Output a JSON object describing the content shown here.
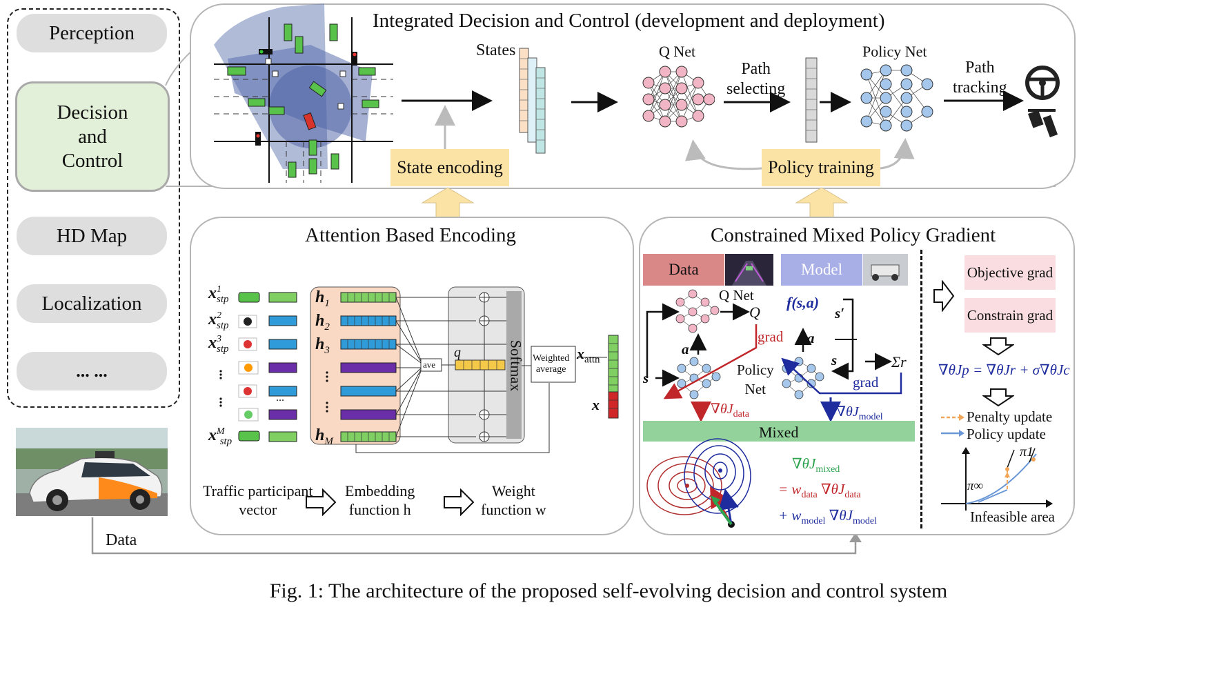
{
  "sidebar": {
    "items": [
      "Perception",
      "Decision\nand\nControl",
      "HD Map",
      "Localization",
      "... ..."
    ],
    "data_label": "Data"
  },
  "idc": {
    "title": "Integrated Decision and Control (development and deployment)",
    "states_label": "States",
    "q_net_label": "Q Net",
    "path_selecting_label": "Path\nselecting",
    "policy_net_label": "Policy Net",
    "path_tracking_label": "Path\ntracking",
    "state_encoding_label": "State encoding",
    "policy_training_label": "Policy training"
  },
  "abe": {
    "title": "Attention Based Encoding",
    "inputs": [
      "x",
      "x",
      "x",
      "x"
    ],
    "input_superscripts": [
      "1",
      "2",
      "3",
      "M"
    ],
    "input_subscript": "stp",
    "hidden": [
      "h",
      "h",
      "h",
      "h"
    ],
    "hidden_subscripts": [
      "1",
      "2",
      "3",
      "M"
    ],
    "ave_label": "ave",
    "q_label": "q",
    "softmax_label": "Softmax",
    "weighted_average_label": "Weighted\naverage",
    "x_attn_label": "x",
    "x_attn_subscript": "attn",
    "x_label": "x",
    "ellipsis_h": "...",
    "footer": {
      "traffic": "Traffic participant\nvector",
      "embedding": "Embedding\nfunction h",
      "weight": "Weight\nfunction w"
    }
  },
  "cmpg": {
    "title": "Constrained Mixed Policy Gradient",
    "data_label": "Data",
    "model_label": "Model",
    "q_net_label": "Q Net",
    "q_symbol": "Q",
    "f_label": "f(s,a)",
    "s_prime": "s′",
    "a_symbol": "a",
    "s_symbol": "s",
    "grad_label": "grad",
    "policy_net_label": "Policy\nNet",
    "sum_r": "Σr",
    "grad_data_label": "∇θJ",
    "grad_data_sub": "data",
    "grad_model_label": "∇θJ",
    "grad_model_sub": "model",
    "mixed_label": "Mixed",
    "eq_line1": "∇θJ",
    "eq_line1_sub": "mixed",
    "eq_line2_w": "= w",
    "eq_line2_wsub": "data",
    "eq_line2_g": "∇θJ",
    "eq_line2_gsub": "data",
    "eq_line3_w": "+ w",
    "eq_line3_wsub": "model",
    "eq_line3_g": "∇θJ",
    "eq_line3_gsub": "model",
    "objective_grad": "Objective grad",
    "constrain_grad": "Constrain grad",
    "grad_eq": "∇θJp = ∇θJr + σ∇θJc",
    "penalty_update": "Penalty update",
    "policy_update": "Policy update",
    "pi_1": "π1",
    "pi_inf": "π∞",
    "infeasible_area": "Infeasible area"
  },
  "caption": "Fig. 1: The architecture of the proposed self-evolving decision and control system",
  "colors": {
    "pill": "#dedede",
    "decision_pill": "#e3f0d9",
    "yellow": "#fbe3a6",
    "data_header": "#d98787",
    "model_header": "#a8aee6",
    "mixed_bar": "#93d39b",
    "pink_box": "#f9dde0",
    "green_emb": "#7fcf63",
    "blue_emb": "#2f9bd8",
    "purple_emb": "#6a2fa8",
    "qnet_pink": "#f2b5c6",
    "policy_blue": "#a6c7ec",
    "grad_red": "#c0262a",
    "grad_blue": "#1e2c9e"
  }
}
